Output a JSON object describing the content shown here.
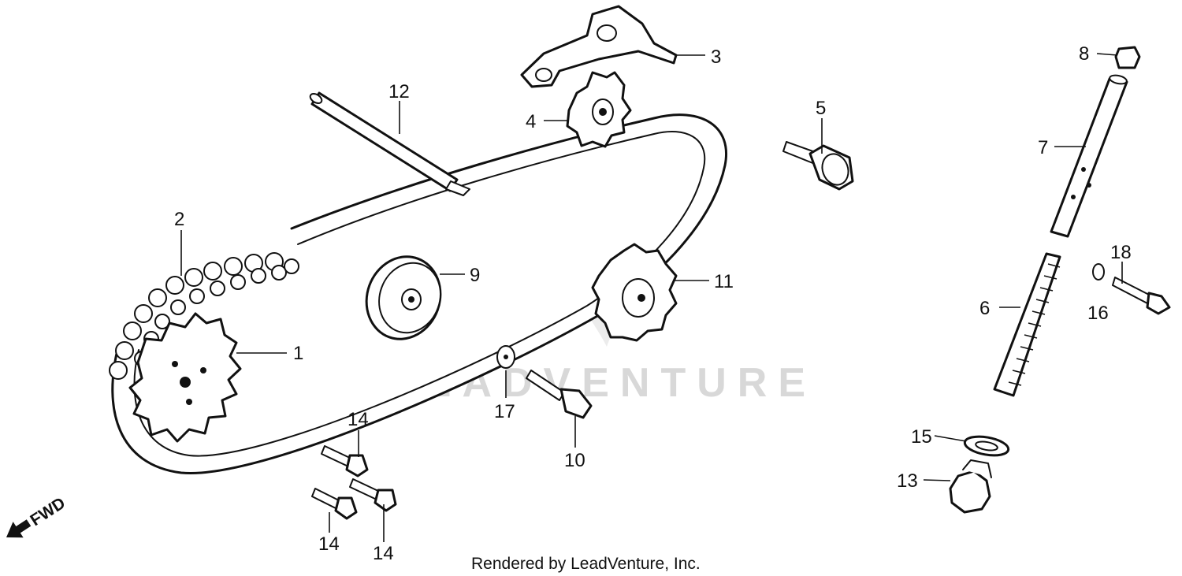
{
  "diagram": {
    "watermark": "LEADVENTURE",
    "credit": "Rendered by LeadVenture, Inc.",
    "direction_label": "FWD",
    "callouts": [
      {
        "id": "1",
        "label": "1"
      },
      {
        "id": "2",
        "label": "2"
      },
      {
        "id": "3",
        "label": "3"
      },
      {
        "id": "4",
        "label": "4"
      },
      {
        "id": "5",
        "label": "5"
      },
      {
        "id": "6",
        "label": "6"
      },
      {
        "id": "7",
        "label": "7"
      },
      {
        "id": "8",
        "label": "8"
      },
      {
        "id": "9",
        "label": "9"
      },
      {
        "id": "10",
        "label": "10"
      },
      {
        "id": "11",
        "label": "11"
      },
      {
        "id": "12",
        "label": "12"
      },
      {
        "id": "13",
        "label": "13"
      },
      {
        "id": "14a",
        "label": "14"
      },
      {
        "id": "14b",
        "label": "14"
      },
      {
        "id": "14c",
        "label": "14"
      },
      {
        "id": "15",
        "label": "15"
      },
      {
        "id": "16",
        "label": "16"
      },
      {
        "id": "17",
        "label": "17"
      },
      {
        "id": "18",
        "label": "18"
      }
    ]
  }
}
